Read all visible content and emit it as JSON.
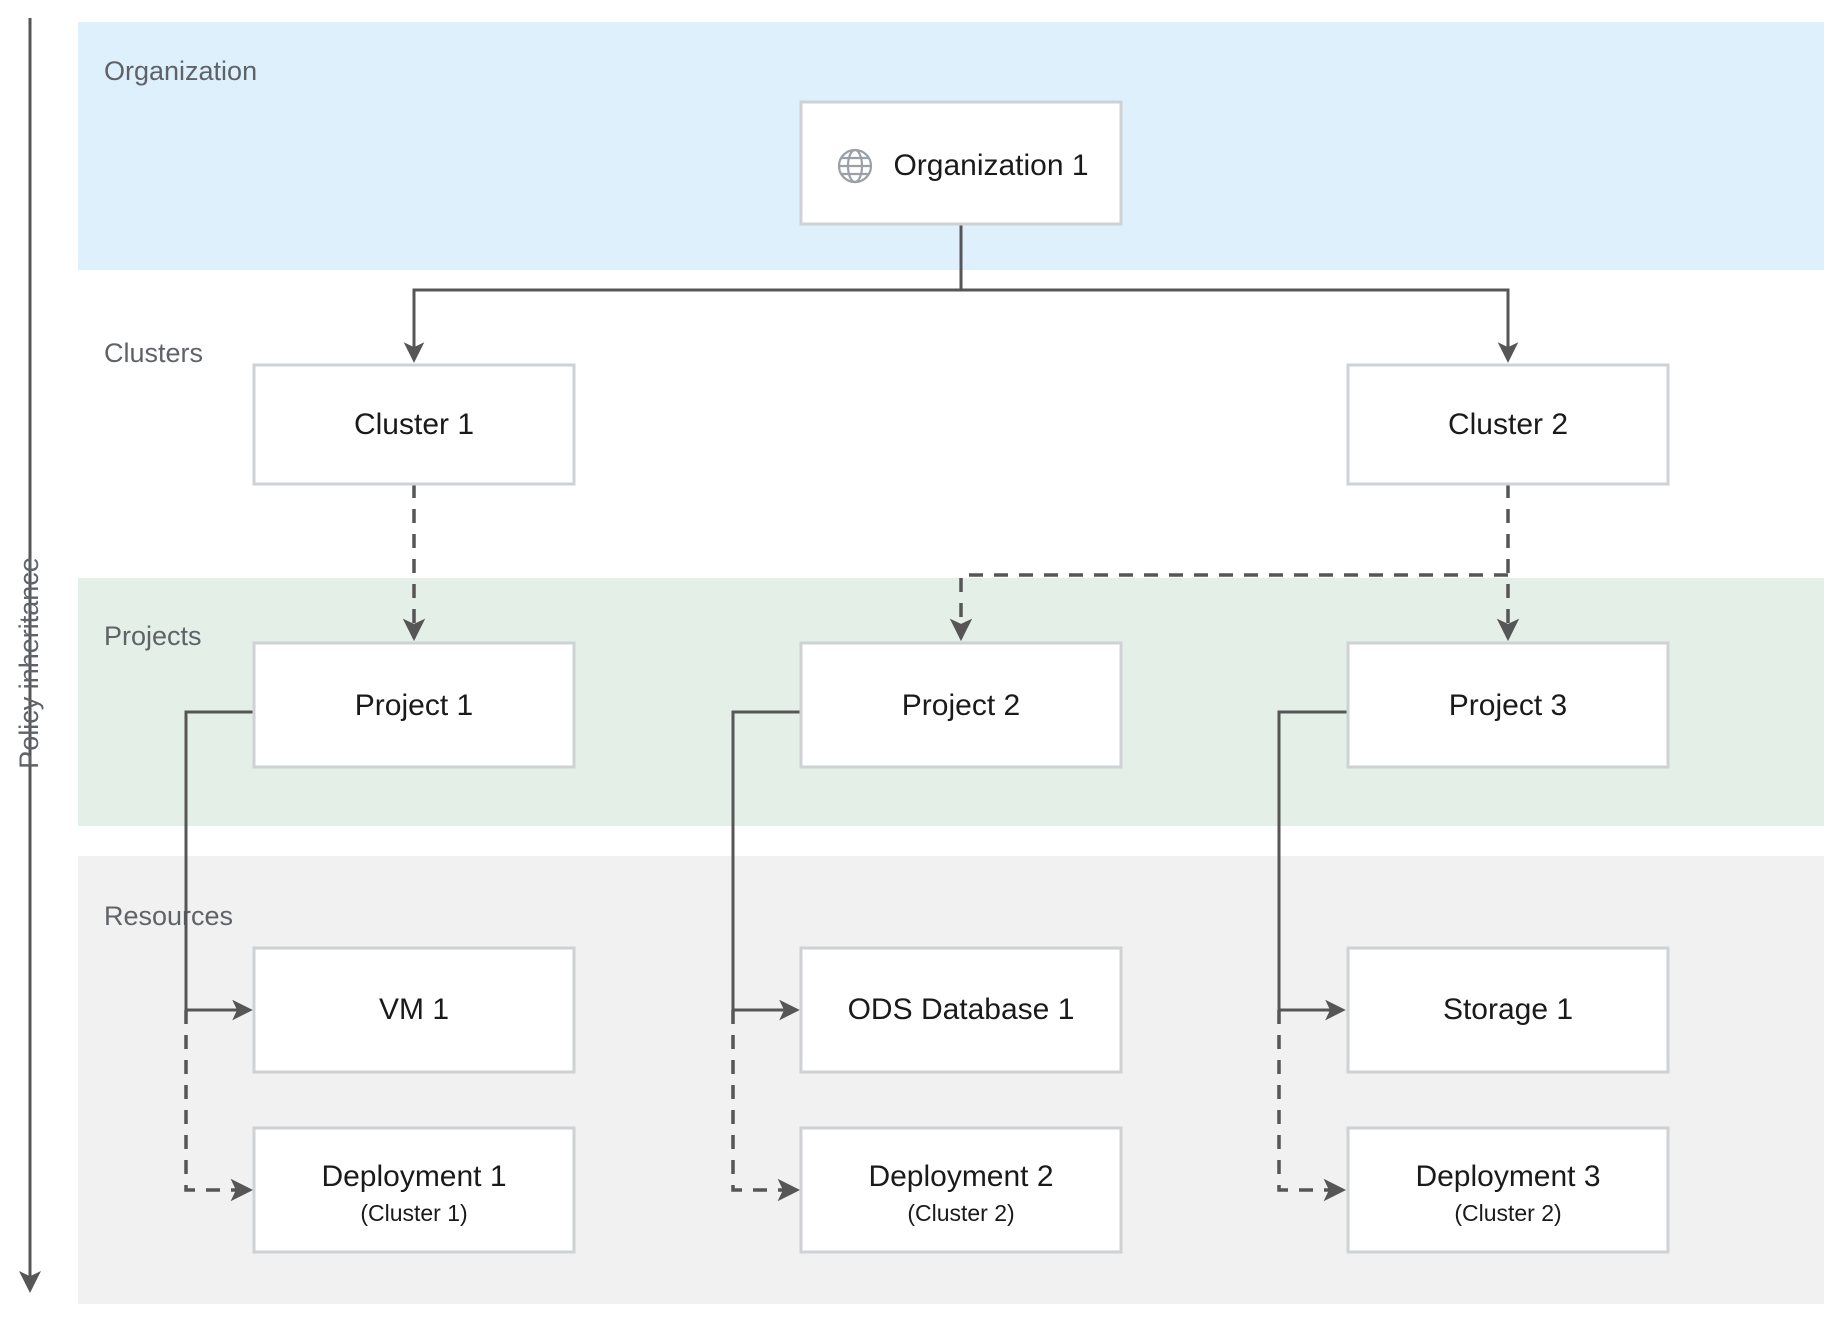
{
  "axis": {
    "label": "Policy inheritance",
    "direction": "down",
    "icon": "down-arrow-icon"
  },
  "bands": [
    {
      "id": "organization",
      "label": "Organization",
      "color": "#ddf0fb"
    },
    {
      "id": "clusters",
      "label": "Clusters",
      "color": "#ffffff"
    },
    {
      "id": "projects",
      "label": "Projects",
      "color": "#e3efe7"
    },
    {
      "id": "resources",
      "label": "Resources",
      "color": "#f1f1f1"
    }
  ],
  "nodes": {
    "organization": [
      {
        "id": "org1",
        "label": "Organization 1",
        "icon": "globe-icon"
      }
    ],
    "clusters": [
      {
        "id": "cluster1",
        "label": "Cluster 1"
      },
      {
        "id": "cluster2",
        "label": "Cluster 2"
      }
    ],
    "projects": [
      {
        "id": "project1",
        "label": "Project 1"
      },
      {
        "id": "project2",
        "label": "Project 2"
      },
      {
        "id": "project3",
        "label": "Project 3"
      }
    ],
    "resources": [
      {
        "id": "vm1",
        "label": "VM 1",
        "sublabel": ""
      },
      {
        "id": "ods1",
        "label": "ODS Database 1",
        "sublabel": ""
      },
      {
        "id": "storage1",
        "label": "Storage 1",
        "sublabel": ""
      },
      {
        "id": "deployment1",
        "label": "Deployment 1",
        "sublabel": "(Cluster 1)"
      },
      {
        "id": "deployment2",
        "label": "Deployment 2",
        "sublabel": "(Cluster 2)"
      },
      {
        "id": "deployment3",
        "label": "Deployment 3",
        "sublabel": "(Cluster 2)"
      }
    ]
  },
  "edges": [
    {
      "from": "org1",
      "to": "cluster1",
      "style": "solid"
    },
    {
      "from": "org1",
      "to": "cluster2",
      "style": "solid"
    },
    {
      "from": "cluster1",
      "to": "project1",
      "style": "dashed"
    },
    {
      "from": "cluster2",
      "to": "project2",
      "style": "dashed"
    },
    {
      "from": "cluster2",
      "to": "project3",
      "style": "dashed"
    },
    {
      "from": "project1",
      "to": "vm1",
      "style": "solid"
    },
    {
      "from": "project1",
      "to": "deployment1",
      "style": "dashed"
    },
    {
      "from": "project2",
      "to": "ods1",
      "style": "solid"
    },
    {
      "from": "project2",
      "to": "deployment2",
      "style": "dashed"
    },
    {
      "from": "project3",
      "to": "storage1",
      "style": "solid"
    },
    {
      "from": "project3",
      "to": "deployment3",
      "style": "dashed"
    }
  ],
  "colors": {
    "organization_band": "#ddf0fb",
    "projects_band": "#e3efe7",
    "resources_band": "#f1f1f1",
    "node_border": "#cfd2d4",
    "edge": "#565656",
    "label_text": "#5f6368",
    "node_text": "#1a1a1a"
  }
}
